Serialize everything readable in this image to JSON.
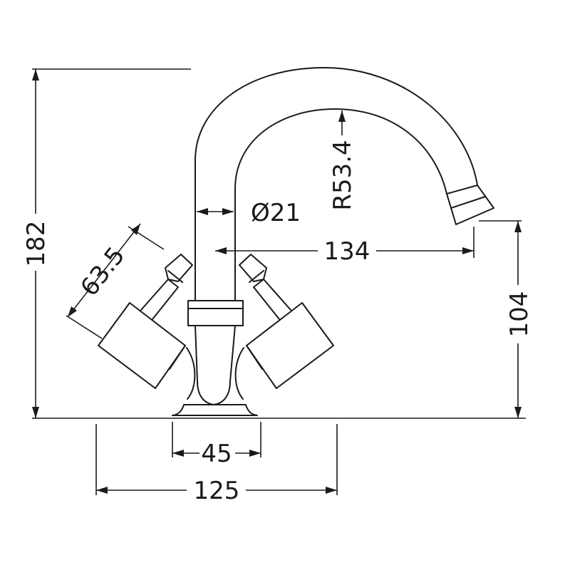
{
  "dimensions": {
    "overall_height": "182",
    "handle_length": "63.5",
    "spout_diameter": "Ø21",
    "spout_radius": "R53.4",
    "spout_reach": "134",
    "spout_height": "104",
    "base_width": "45",
    "handle_span": "125"
  }
}
